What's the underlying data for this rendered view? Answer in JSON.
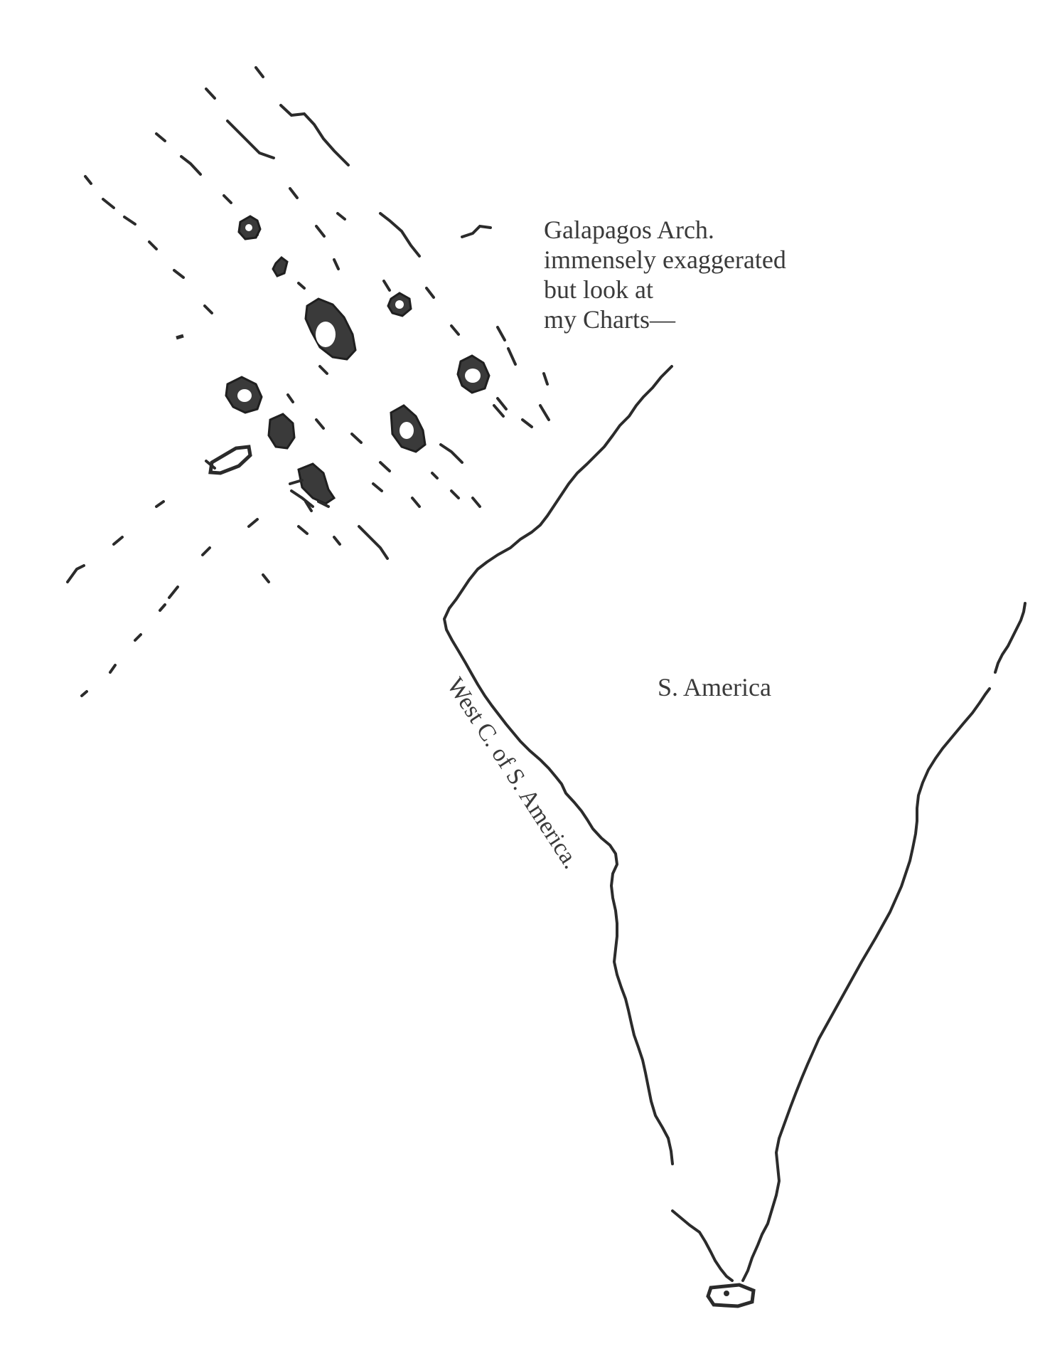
{
  "annotation": {
    "lines": [
      "Galapagos Arch.",
      "immensely exaggerated",
      "but look at",
      "my Charts—"
    ]
  },
  "labels": {
    "continent": "S. America",
    "coast": "West C. of S. America."
  },
  "colors": {
    "ink": "#2b2b2b",
    "paper": "#ffffff"
  }
}
